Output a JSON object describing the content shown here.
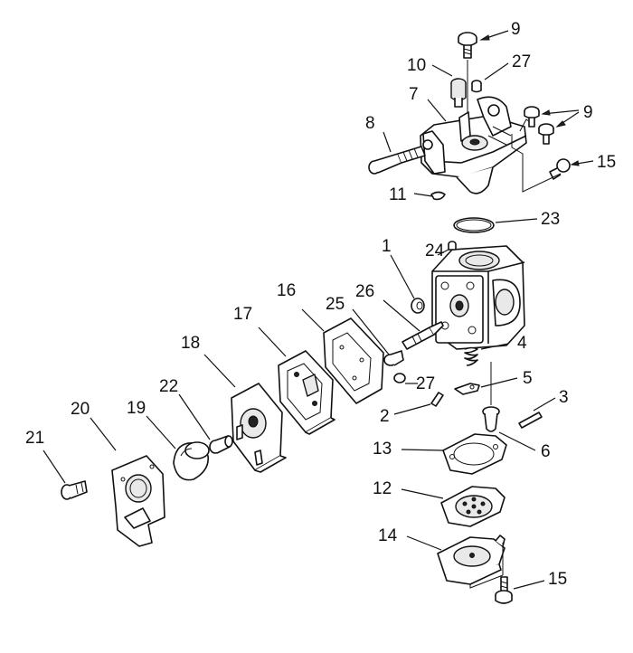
{
  "callouts": [
    {
      "id": "c1",
      "text": "1"
    },
    {
      "id": "c2",
      "text": "2"
    },
    {
      "id": "c3",
      "text": "3"
    },
    {
      "id": "c4",
      "text": "4"
    },
    {
      "id": "c5",
      "text": "5"
    },
    {
      "id": "c6",
      "text": "6"
    },
    {
      "id": "c7",
      "text": "7"
    },
    {
      "id": "c8",
      "text": "8"
    },
    {
      "id": "c9a",
      "text": "9"
    },
    {
      "id": "c9b",
      "text": "9"
    },
    {
      "id": "c10",
      "text": "10"
    },
    {
      "id": "c11",
      "text": "11"
    },
    {
      "id": "c12",
      "text": "12"
    },
    {
      "id": "c13",
      "text": "13"
    },
    {
      "id": "c14",
      "text": "14"
    },
    {
      "id": "c15a",
      "text": "15"
    },
    {
      "id": "c15b",
      "text": "15"
    },
    {
      "id": "c16",
      "text": "16"
    },
    {
      "id": "c17",
      "text": "17"
    },
    {
      "id": "c18",
      "text": "18"
    },
    {
      "id": "c19",
      "text": "19"
    },
    {
      "id": "c20",
      "text": "20"
    },
    {
      "id": "c21",
      "text": "21"
    },
    {
      "id": "c22",
      "text": "22"
    },
    {
      "id": "c23",
      "text": "23"
    },
    {
      "id": "c24",
      "text": "24"
    },
    {
      "id": "c25",
      "text": "25"
    },
    {
      "id": "c26",
      "text": "26"
    },
    {
      "id": "c27a",
      "text": "27"
    },
    {
      "id": "c27b",
      "text": "27"
    }
  ]
}
